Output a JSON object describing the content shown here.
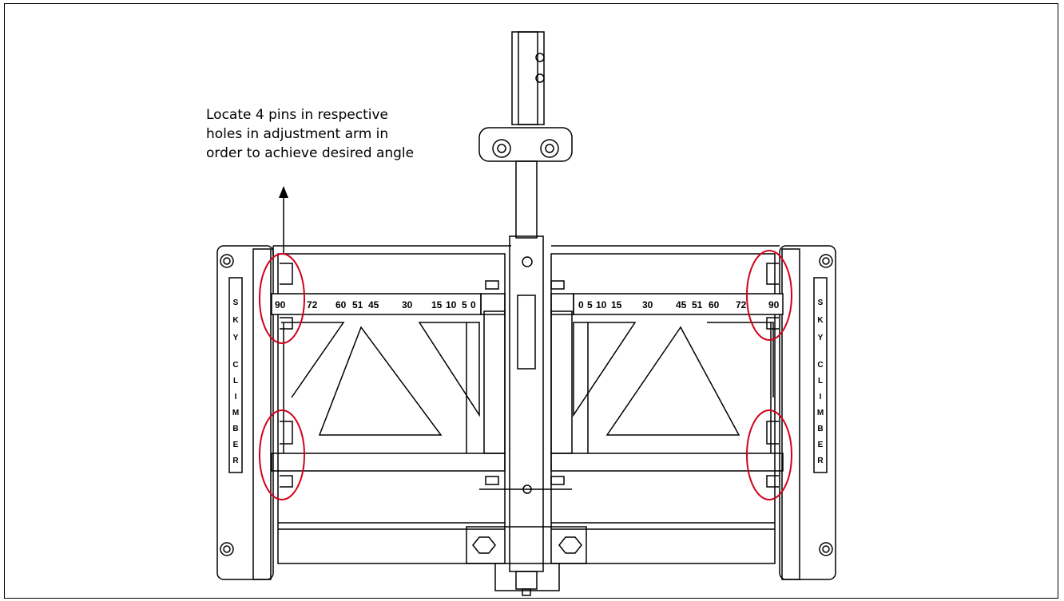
{
  "note": {
    "lines": [
      "Locate 4 pins in respective",
      "holes in adjustment arm in",
      "order to achieve desired angle"
    ]
  },
  "scale_left": [
    "90",
    "72",
    "60",
    "51",
    "45",
    "30",
    "15",
    "10",
    "5",
    "0"
  ],
  "scale_right": [
    "0",
    "5",
    "10",
    "15",
    "30",
    "45",
    "51",
    "60",
    "72",
    "90"
  ],
  "brand_letters": [
    "S",
    "K",
    "Y",
    "C",
    "L",
    "I",
    "M",
    "B",
    "E",
    "R"
  ],
  "colors": {
    "line": "#000000",
    "highlight": "#d0021b",
    "background": "#ffffff"
  }
}
